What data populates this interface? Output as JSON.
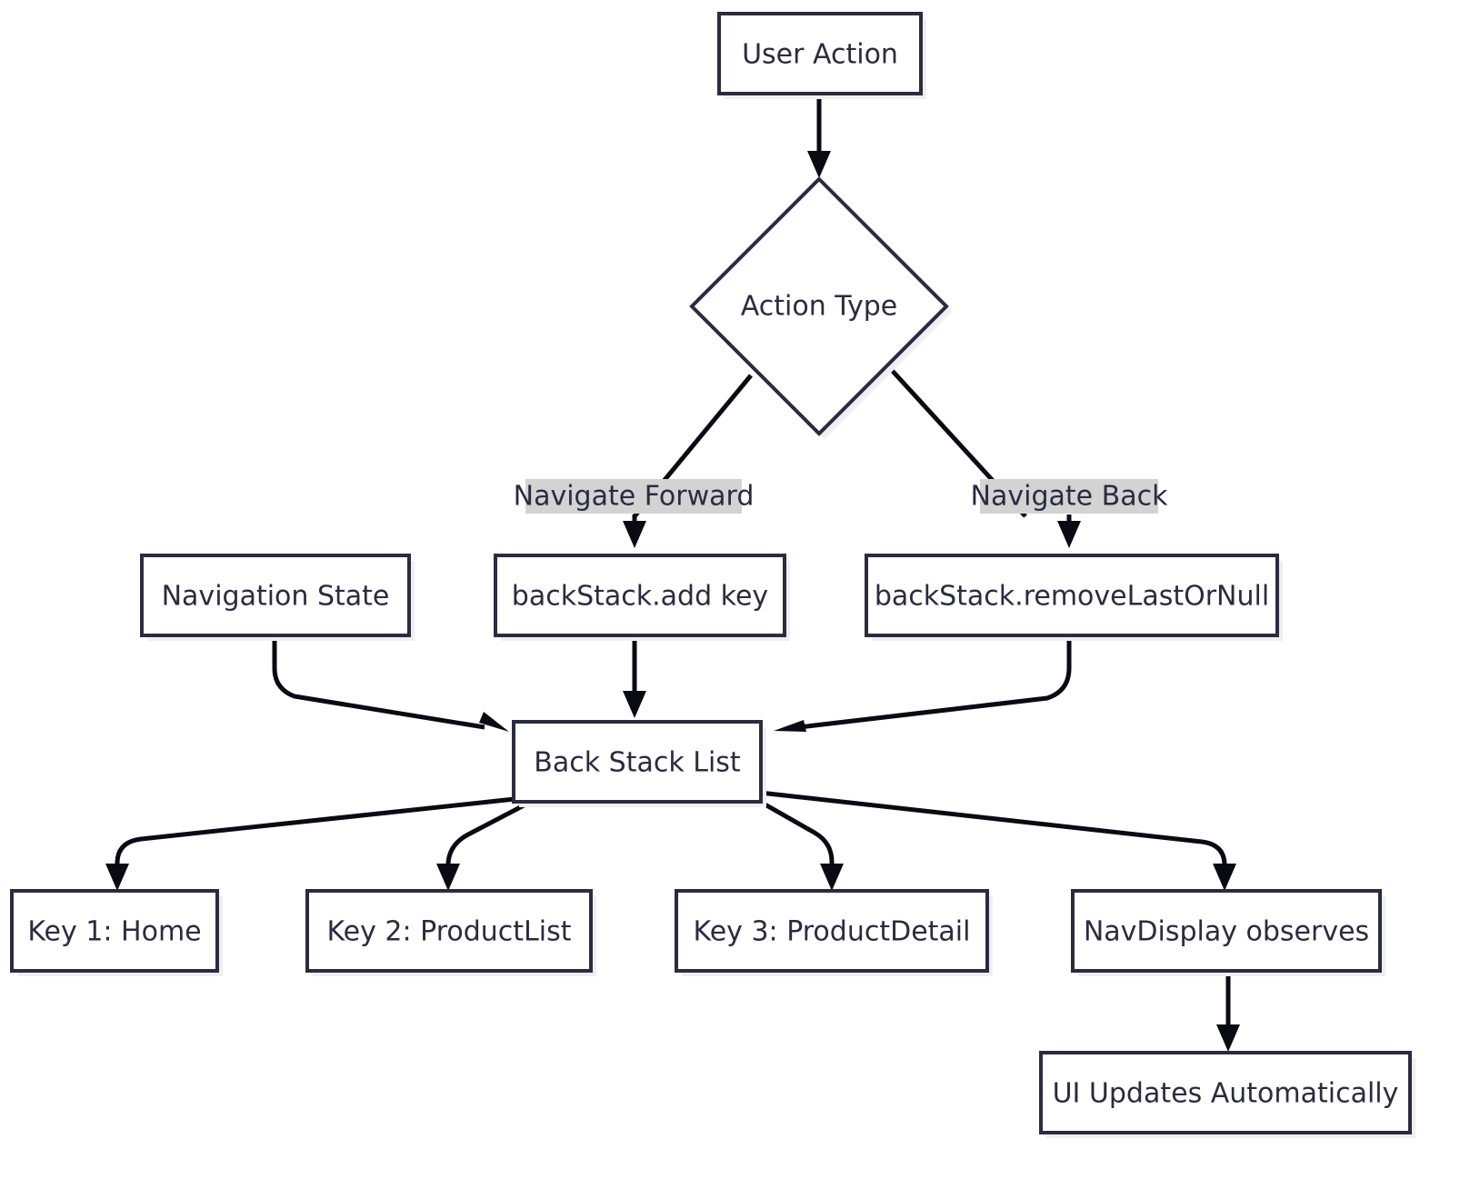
{
  "diagram": {
    "type": "flowchart",
    "direction": "top-down",
    "background_color": "#ffffff",
    "node_border_color": "#2b2b40",
    "node_fill_color": "#ffffff",
    "node_shadow_color": "#efeff0",
    "edge_color": "#0a0a12",
    "edge_label_background": "#d3d3d3",
    "text_color": "#2b2b40",
    "nodes": [
      {
        "id": "user_action",
        "label": "User Action",
        "shape": "rect"
      },
      {
        "id": "action_type",
        "label": "Action Type",
        "shape": "diamond"
      },
      {
        "id": "navigation_state",
        "label": "Navigation State",
        "shape": "rect"
      },
      {
        "id": "backstack_add",
        "label": "backStack.add key",
        "shape": "rect"
      },
      {
        "id": "backstack_remove",
        "label": "backStack.removeLastOrNull",
        "shape": "rect"
      },
      {
        "id": "back_stack_list",
        "label": "Back Stack List",
        "shape": "rect"
      },
      {
        "id": "key1",
        "label": "Key 1: Home",
        "shape": "rect"
      },
      {
        "id": "key2",
        "label": "Key 2: ProductList",
        "shape": "rect"
      },
      {
        "id": "key3",
        "label": "Key 3: ProductDetail",
        "shape": "rect"
      },
      {
        "id": "nav_display",
        "label": "NavDisplay observes",
        "shape": "rect"
      },
      {
        "id": "ui_updates",
        "label": "UI Updates Automatically",
        "shape": "rect"
      }
    ],
    "edges": [
      {
        "from": "user_action",
        "to": "action_type",
        "label": ""
      },
      {
        "from": "action_type",
        "to": "backstack_add",
        "label": "Navigate Forward"
      },
      {
        "from": "action_type",
        "to": "backstack_remove",
        "label": "Navigate Back"
      },
      {
        "from": "navigation_state",
        "to": "back_stack_list",
        "label": ""
      },
      {
        "from": "backstack_add",
        "to": "back_stack_list",
        "label": ""
      },
      {
        "from": "backstack_remove",
        "to": "back_stack_list",
        "label": ""
      },
      {
        "from": "back_stack_list",
        "to": "key1",
        "label": ""
      },
      {
        "from": "back_stack_list",
        "to": "key2",
        "label": ""
      },
      {
        "from": "back_stack_list",
        "to": "key3",
        "label": ""
      },
      {
        "from": "back_stack_list",
        "to": "nav_display",
        "label": ""
      },
      {
        "from": "nav_display",
        "to": "ui_updates",
        "label": ""
      }
    ],
    "edge_labels": [
      {
        "id": "navigate_forward",
        "text": "Navigate Forward"
      },
      {
        "id": "navigate_back",
        "text": "Navigate Back"
      }
    ]
  }
}
